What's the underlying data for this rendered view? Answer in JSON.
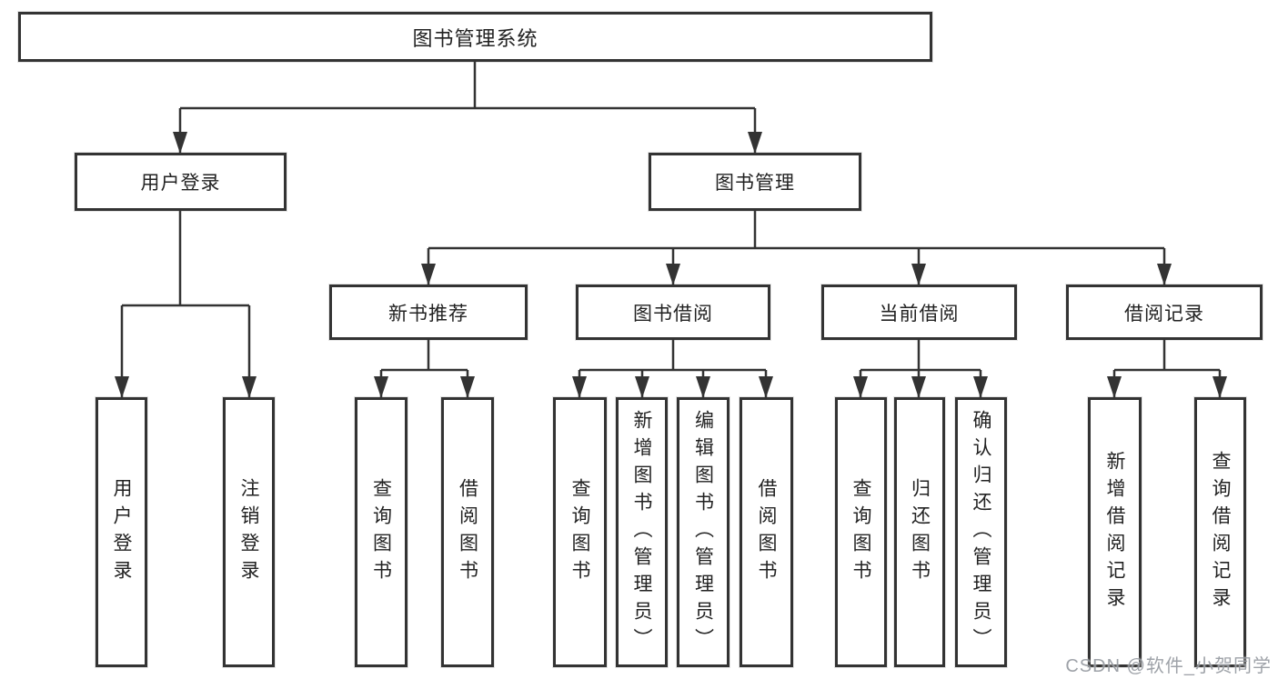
{
  "tree": {
    "root": {
      "label": "图书管理系统"
    },
    "user_login": {
      "label": "用户登录",
      "leaves": [
        {
          "label": "用户登录"
        },
        {
          "label": "注销登录"
        }
      ]
    },
    "book_management": {
      "label": "图书管理",
      "sections": [
        {
          "label": "新书推荐",
          "leaves": [
            {
              "label": "查询图书"
            },
            {
              "label": "借阅图书"
            }
          ]
        },
        {
          "label": "图书借阅",
          "leaves": [
            {
              "label": "查询图书"
            },
            {
              "label": "新增图书（管理员）"
            },
            {
              "label": "编辑图书（管理员）"
            },
            {
              "label": "借阅图书"
            }
          ]
        },
        {
          "label": "当前借阅",
          "leaves": [
            {
              "label": "查询图书"
            },
            {
              "label": "归还图书"
            },
            {
              "label": "确认归还（管理员）"
            }
          ]
        },
        {
          "label": "借阅记录",
          "leaves": [
            {
              "label": "新增借阅记录"
            },
            {
              "label": "查询借阅记录"
            }
          ]
        }
      ]
    }
  },
  "watermark": {
    "text": "CSDN @软件_小贺同学"
  },
  "colors": {
    "line": "#333333",
    "box_border": "#333333",
    "box_fill": "#ffffff",
    "text": "#222222",
    "watermark": "#94989e",
    "background": "#ffffff"
  }
}
